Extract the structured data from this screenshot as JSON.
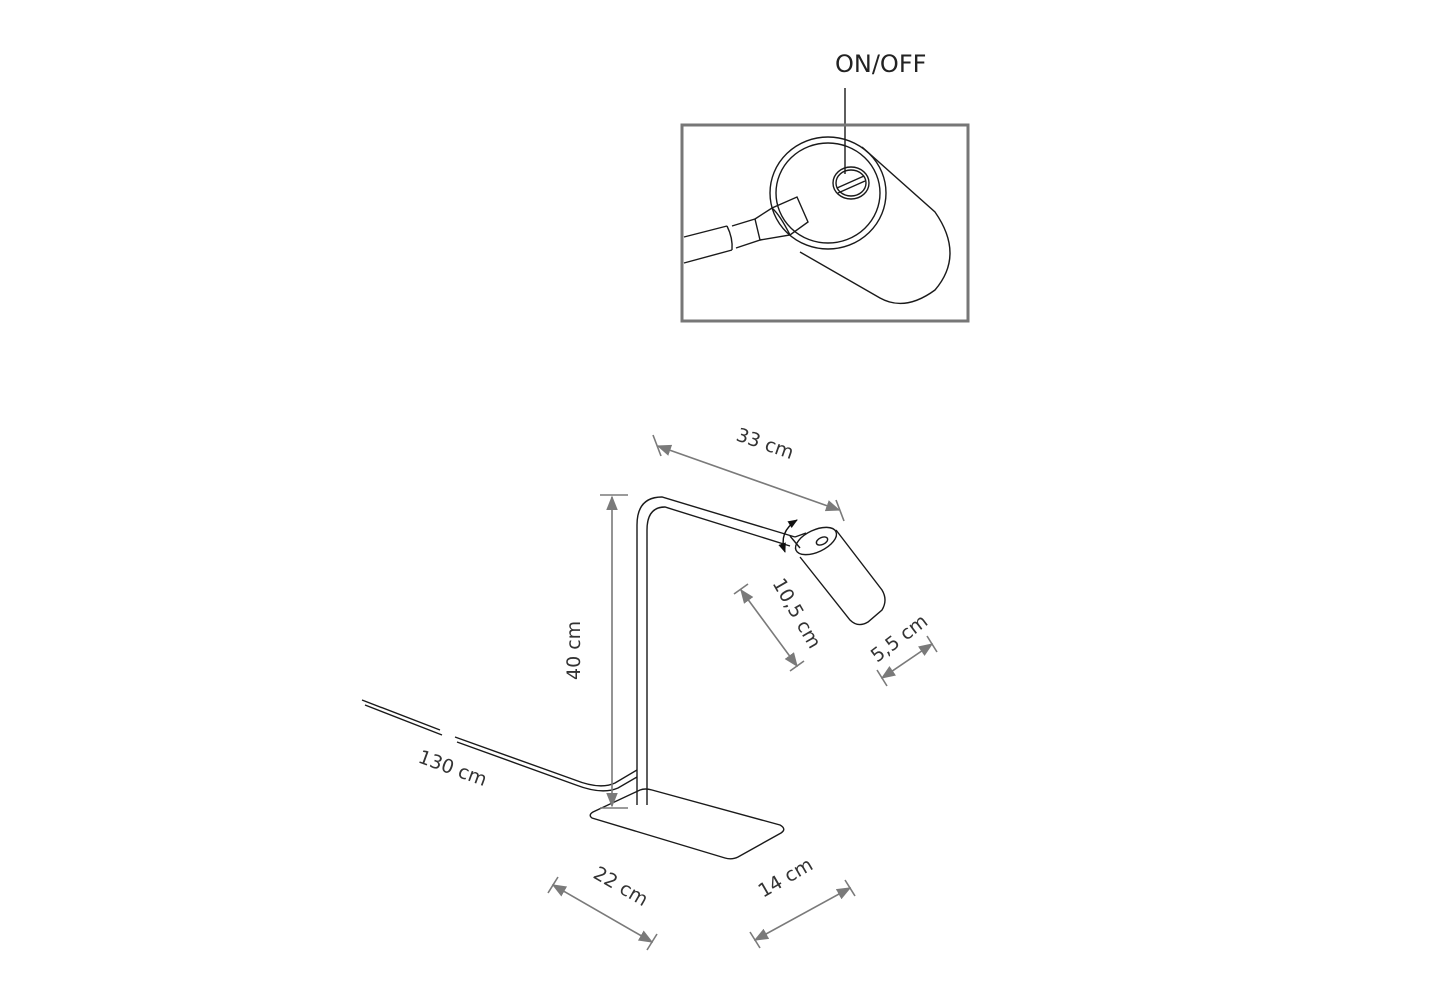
{
  "callout": {
    "label": "ON/OFF"
  },
  "dimensions": {
    "arm_length": "33 cm",
    "height": "40 cm",
    "shade_length": "10,5 cm",
    "shade_diameter": "5,5 cm",
    "cable_length": "130 cm",
    "base_length": "22 cm",
    "base_width": "14 cm"
  },
  "colors": {
    "line": "#1a1a1a",
    "dimension": "#7a7a7a",
    "inset_border": "#777777"
  }
}
